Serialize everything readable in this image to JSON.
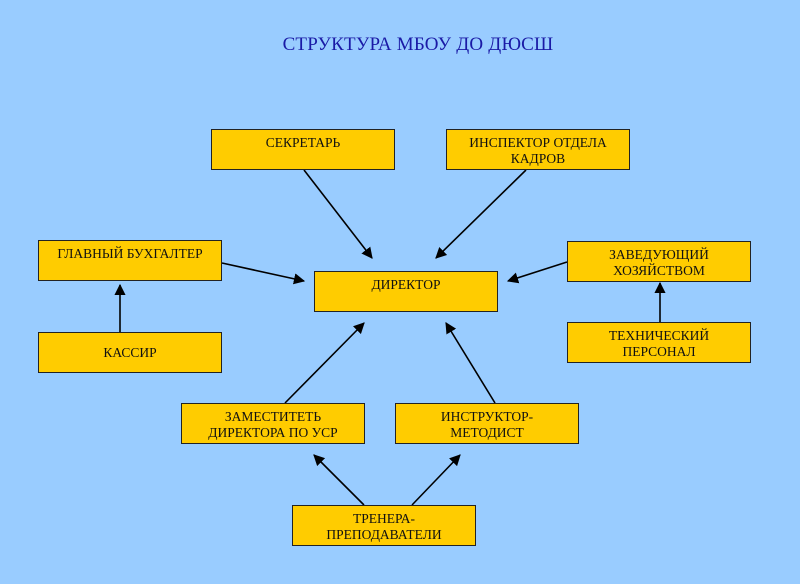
{
  "title": "СТРУКТУРА МБОУ ДО ДЮСШ",
  "nodes": {
    "secretary": "СЕКРЕТАРЬ",
    "hr_inspector": "ИНСПЕКТОР ОТДЕЛА\nКАДРОВ",
    "chief_accountant": "ГЛАВНЫЙ БУХГАЛТЕР",
    "director": "ДИРЕКТОР",
    "facility_manager": "ЗАВЕДУЮЩИЙ\nХОЗЯЙСТВОМ",
    "cashier": "КАССИР",
    "technical_staff": "ТЕХНИЧЕСКИЙ\nПЕРСОНАЛ",
    "deputy_director": "ЗАМЕСТИТЕТЬ\nДИРЕКТОРА ПО УСР",
    "methodist": "ИНСТРУКТОР-\nМЕТОДИСТ",
    "coaches": "ТРЕНЕРА-\nПРЕПОДАВАТЕЛИ"
  },
  "colors": {
    "background": "#99ccff",
    "box_fill": "#ffcc00",
    "title": "#1a1aa6"
  }
}
